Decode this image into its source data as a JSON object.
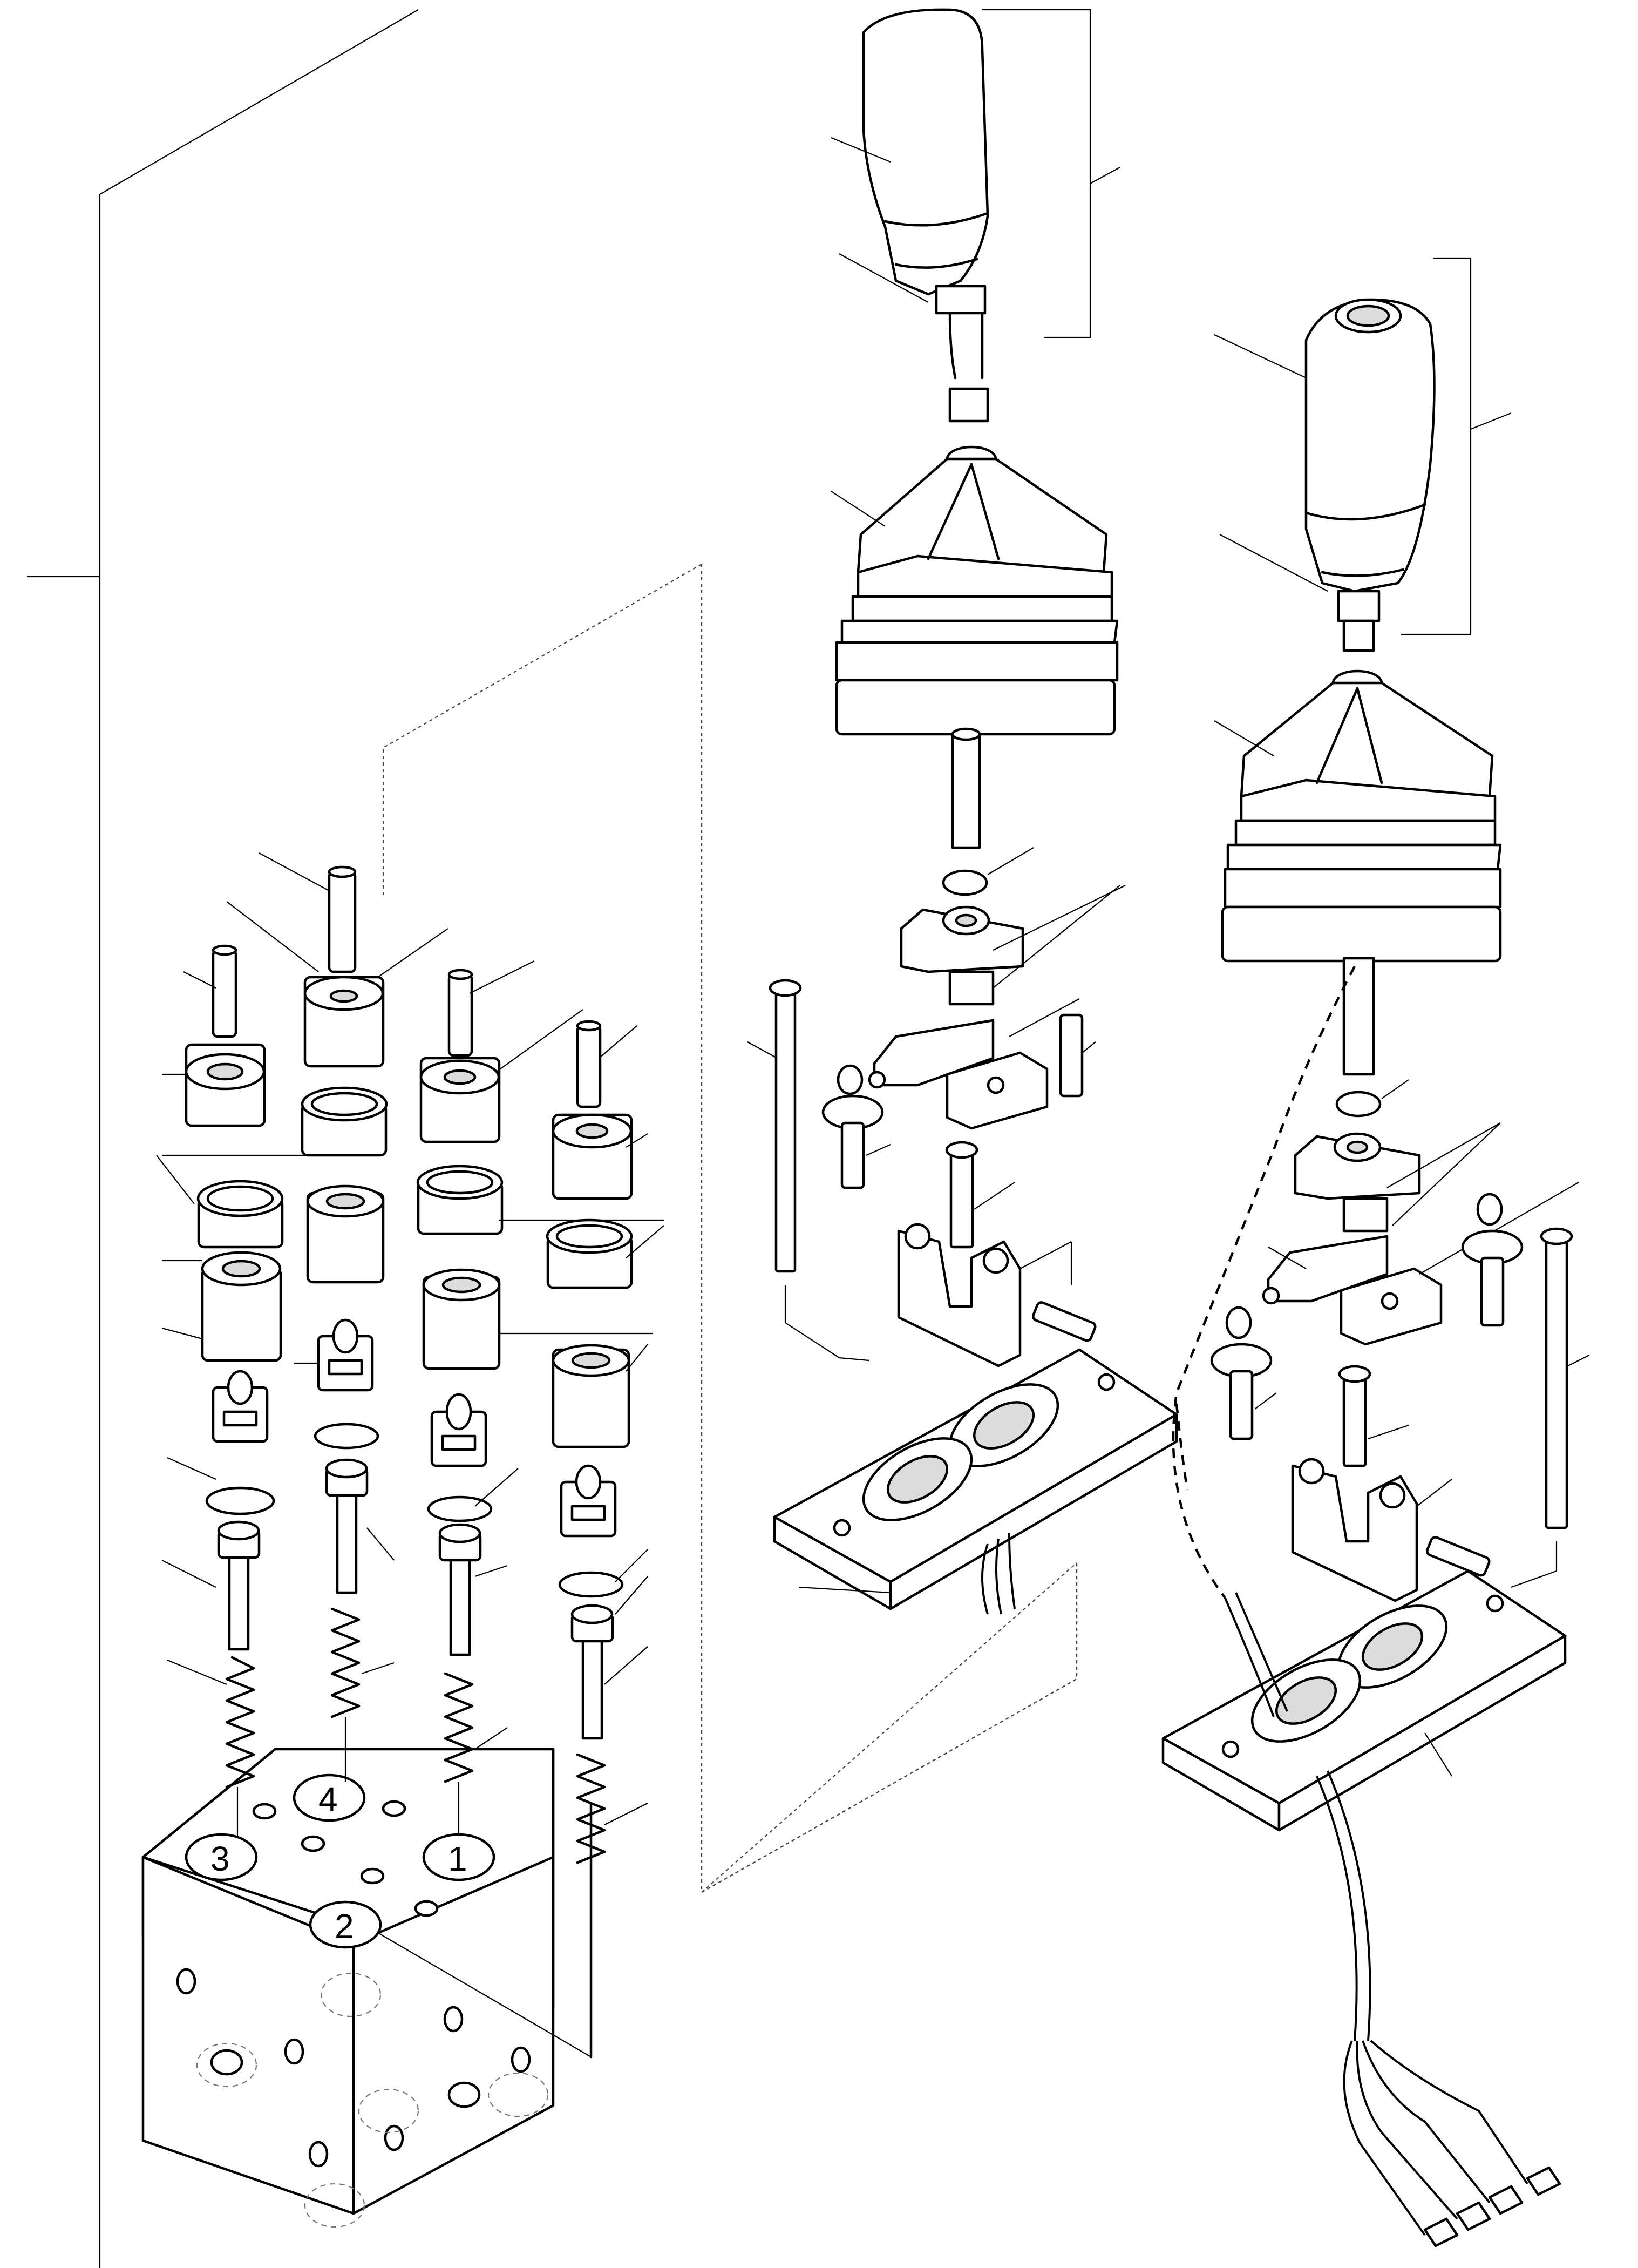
{
  "ports": [
    {
      "id": "port-1",
      "label": "1"
    },
    {
      "id": "port-2",
      "label": "2"
    },
    {
      "id": "port-3",
      "label": "3"
    },
    {
      "id": "port-4",
      "label": "4"
    }
  ]
}
